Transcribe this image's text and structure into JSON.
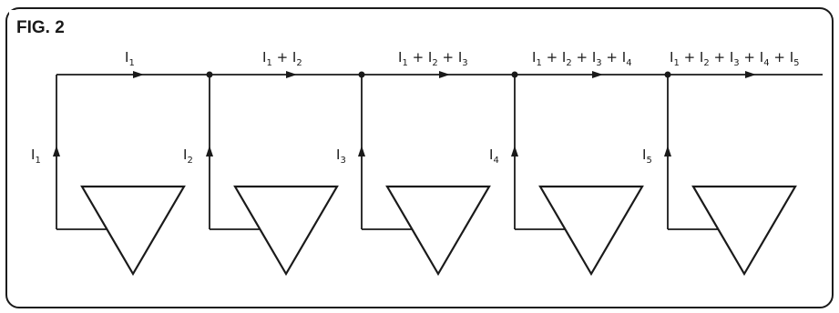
{
  "figure_label": "FIG. 2",
  "stages": [
    {
      "source_symbol": "I",
      "source_sub": "1"
    },
    {
      "source_symbol": "I",
      "source_sub": "2"
    },
    {
      "source_symbol": "I",
      "source_sub": "3"
    },
    {
      "source_symbol": "I",
      "source_sub": "4"
    },
    {
      "source_symbol": "I",
      "source_sub": "5"
    }
  ],
  "bus_labels": [
    {
      "terms": [
        "1"
      ]
    },
    {
      "terms": [
        "1",
        "2"
      ]
    },
    {
      "terms": [
        "1",
        "2",
        "3"
      ]
    },
    {
      "terms": [
        "1",
        "2",
        "3",
        "4"
      ]
    },
    {
      "terms": [
        "1",
        "2",
        "3",
        "4",
        "5"
      ]
    }
  ],
  "symbol": "I",
  "plus": "+"
}
